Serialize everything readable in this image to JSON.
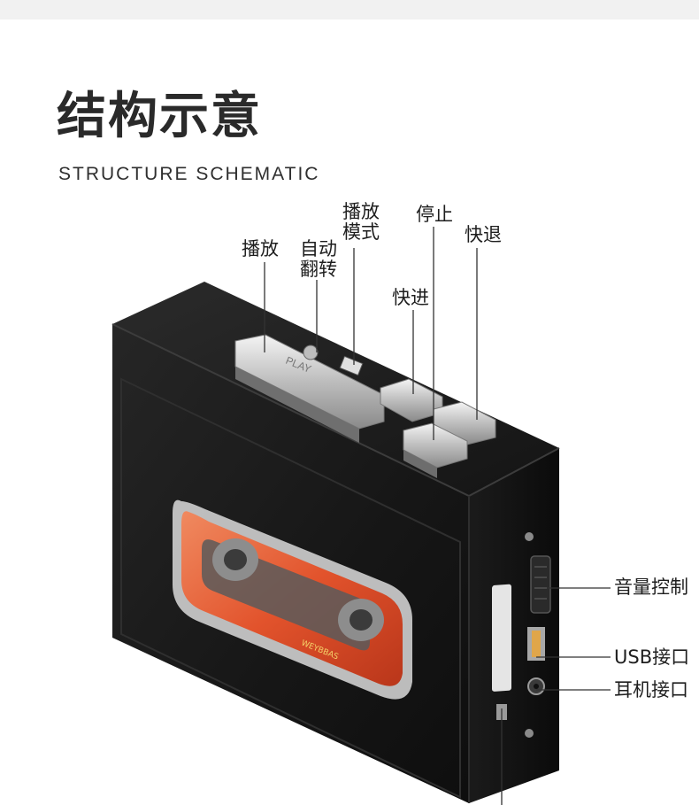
{
  "header": {
    "title": "结构示意",
    "subtitle": "STRUCTURE SCHEMATIC"
  },
  "labels": {
    "play": "播放",
    "auto_reverse_line1": "自动",
    "auto_reverse_line2": "翻转",
    "play_mode_line1": "播放",
    "play_mode_line2": "模式",
    "stop": "停止",
    "rewind": "快退",
    "fast_forward": "快进",
    "volume": "音量控制",
    "usb": "USB接口",
    "headphone": "耳机接口"
  },
  "device": {
    "play_key_text": "PLAY",
    "cassette_brand": "WEYBBAS"
  },
  "colors": {
    "body": "#1c1c1c",
    "chrome": "#c9c9c9",
    "cassette_orange": "#e2532c",
    "leader_line": "#333333"
  }
}
